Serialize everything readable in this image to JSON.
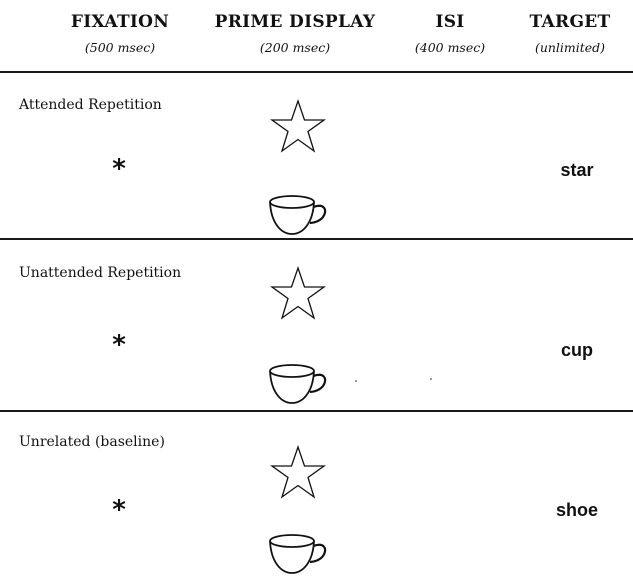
{
  "columns": [
    {
      "title": "FIXATION",
      "duration": "(500 msec)"
    },
    {
      "title": "PRIME DISPLAY",
      "duration": "(200 msec)"
    },
    {
      "title": "ISI",
      "duration": "(400 msec)"
    },
    {
      "title": "TARGET",
      "duration": "(unlimited)"
    }
  ],
  "conditions": [
    {
      "label": "Attended Repetition",
      "fixation": "*",
      "target": "star",
      "prime_icons": [
        "star-outline",
        "cup-outline"
      ]
    },
    {
      "label": "Unattended Repetition",
      "fixation": "*",
      "target": "cup",
      "prime_icons": [
        "star-outline",
        "cup-outline"
      ]
    },
    {
      "label": "Unrelated (baseline)",
      "fixation": "*",
      "target": "shoe",
      "prime_icons": [
        "star-outline",
        "cup-outline"
      ]
    }
  ]
}
